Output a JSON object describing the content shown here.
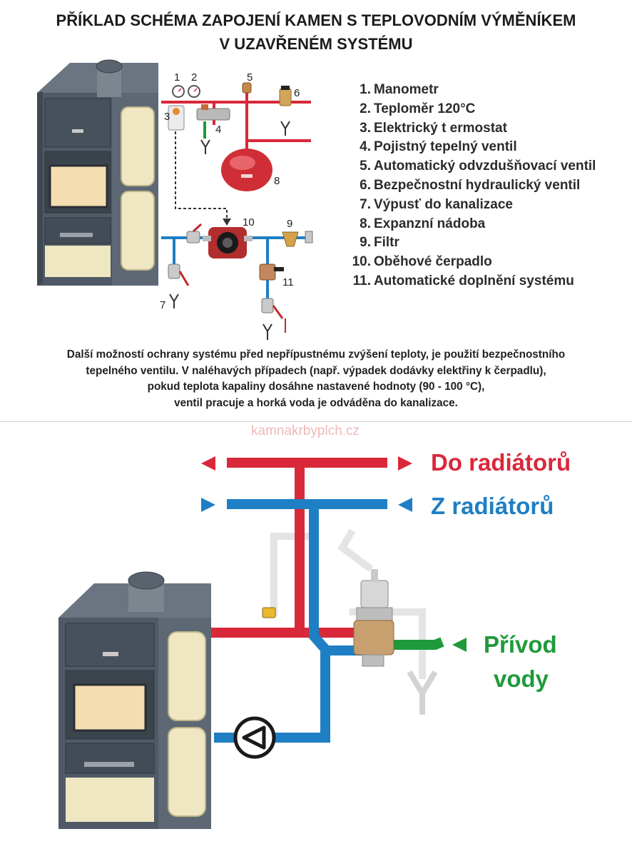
{
  "title": {
    "line1": "PŘÍKLAD SCHÉMA ZAPOJENÍ KAMEN S TEPLOVODNÍM VÝMĚNÍKEM",
    "line2": "V UZAVŘENÉM SYSTÉMU"
  },
  "legend": [
    {
      "num": "1.",
      "text": "Manometr"
    },
    {
      "num": "2.",
      "text": "Teploměr 120°C"
    },
    {
      "num": "3.",
      "text": "Elektrický t ermostat"
    },
    {
      "num": "4.",
      "text": "Pojistný tepelný ventil"
    },
    {
      "num": "5.",
      "text": "Automatický odvzdušňovací ventil"
    },
    {
      "num": "6.",
      "text": "Bezpečnostní hydraulický ventil"
    },
    {
      "num": "7.",
      "text": "Výpusť do kanalizace"
    },
    {
      "num": "8.",
      "text": "Expanzní nádoba"
    },
    {
      "num": "9.",
      "text": "Filtr"
    },
    {
      "num": "10.",
      "text": "Oběhové čerpadlo"
    },
    {
      "num": "11.",
      "text": "Automatické doplnění systému"
    }
  ],
  "diagram_numbers": {
    "n1": "1",
    "n2": "2",
    "n3": "3",
    "n4": "4",
    "n5": "5",
    "n6": "6",
    "n7": "7",
    "n8": "8",
    "n9": "9",
    "n10": "10",
    "n11": "11"
  },
  "note": {
    "line1": "Další možností ochrany systému před nepřípustnému zvýšení teploty, je použití bezpečnostního",
    "line2": "tepelného ventilu. V naléhavých případech (např. výpadek dodávky elektřiny k čerpadlu),",
    "line3": "pokud teplota kapaliny dosáhne nastavené hodnoty (90 - 100 °C),",
    "line4": "ventil pracuje a horká voda je odváděna do kanalizace."
  },
  "watermark": "kamnakrbyplch.cz",
  "labels": {
    "supply": "Do radiátorů",
    "return": "Z radiátorů",
    "inlet_line1": "Přívod",
    "inlet_line2": "vody"
  },
  "colors": {
    "hot": "#d9283a",
    "cold": "#1f7fc4",
    "inlet": "#1e9a3a",
    "stove": "#4f5a66",
    "tile": "#efe7c2"
  }
}
